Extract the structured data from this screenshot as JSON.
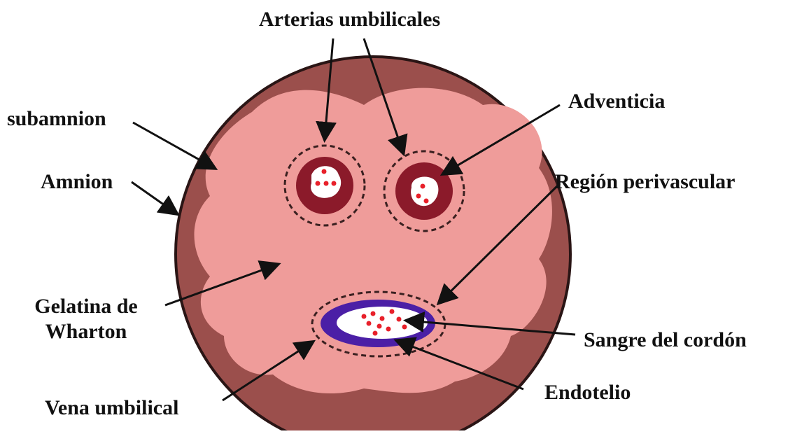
{
  "labels": {
    "arterias_umbilicales": "Arterias umbilicales",
    "subamnion": "subamnion",
    "amnion": "Amnion",
    "adventicia": "Adventicia",
    "region_perivascular": "Región perivascular",
    "gelatina_line1": "Gelatina de",
    "gelatina_line2": "Wharton",
    "sangre_del_cordon": "Sangre del cordón",
    "endotelio": "Endotelio",
    "vena_umbilical": "Vena umbilical"
  },
  "colors": {
    "outer_ring": "#9b4f4c",
    "wharton_jelly": "#ef9c9a",
    "artery_wall": "#8b1a2a",
    "artery_lumen": "#ffffff",
    "vein_wall": "#4b1fa6",
    "blood_cell": "#e8202a",
    "arrow": "#111111",
    "dashed_ring": "#3a2020"
  }
}
